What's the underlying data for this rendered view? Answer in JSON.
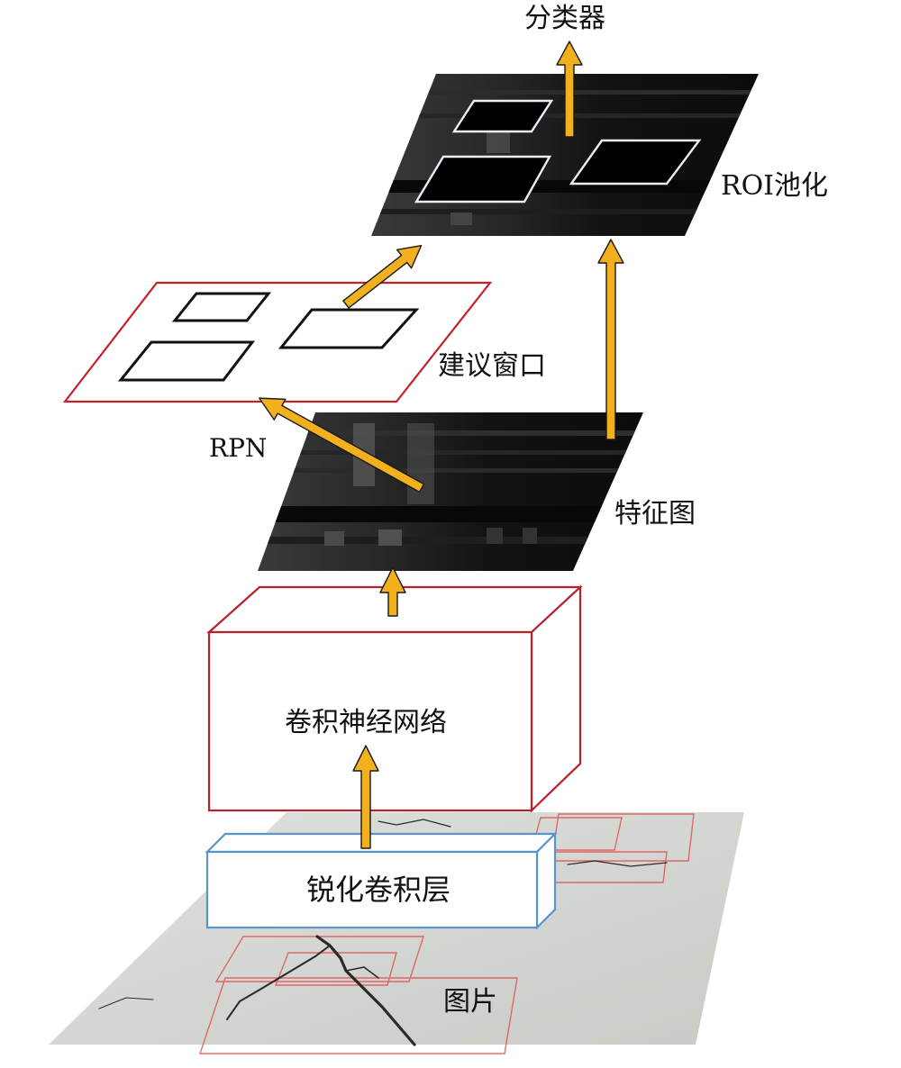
{
  "labels": {
    "classifier": "分类器",
    "roi_pooling": "ROI池化",
    "proposals": "建议窗口",
    "rpn": "RPN",
    "feature_map": "特征图",
    "cnn": "卷积神经网络",
    "sharpen_layer": "锐化卷积层",
    "image": "图片"
  },
  "colors": {
    "arrow": "#f2b01e",
    "arrow_outline": "#1a1a1a",
    "cnn_border": "#b8202c",
    "proposal_border": "#c8202a",
    "sharpen_border": "#5b92d0",
    "feature_map_bg": "#101010",
    "crack_photo_bg": "#d6d8d4",
    "crack_line": "#2a2a2a",
    "crack_box": "#e05555"
  },
  "icons": {
    "arrow": "upward-arrow-icon"
  }
}
